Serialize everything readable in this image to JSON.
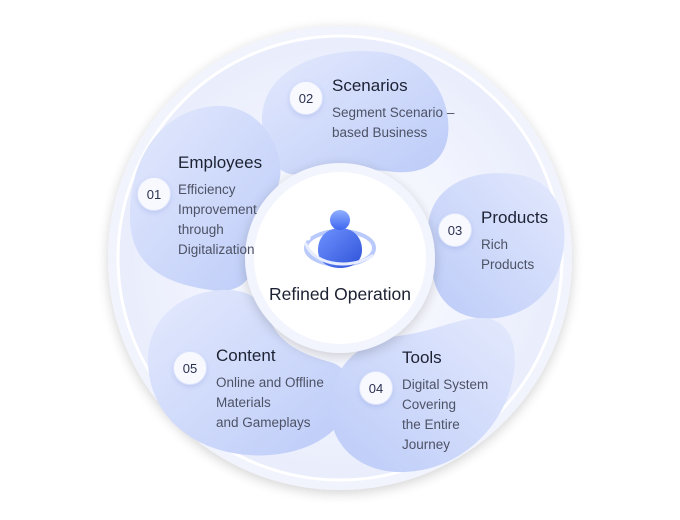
{
  "center": {
    "label": "Refined Operation",
    "icon": "user-globe-icon"
  },
  "segments": [
    {
      "number": "01",
      "title": "Employees",
      "description": "Efficiency\nImprovement\nthrough\nDigitalization"
    },
    {
      "number": "02",
      "title": "Scenarios",
      "description": "Segment Scenario –\nbased Business"
    },
    {
      "number": "03",
      "title": "Products",
      "description": "Rich\nProducts"
    },
    {
      "number": "04",
      "title": "Tools",
      "description": "Digital System\nCovering\nthe Entire\nJourney"
    },
    {
      "number": "05",
      "title": "Content",
      "description": "Online and Offline\nMaterials\nand Gameplays"
    }
  ],
  "colors": {
    "ring_light": "#eef1fd",
    "petal": "#cbd7fb",
    "petal_dark": "#aebff5",
    "accent_blue": "#3f66f0"
  }
}
